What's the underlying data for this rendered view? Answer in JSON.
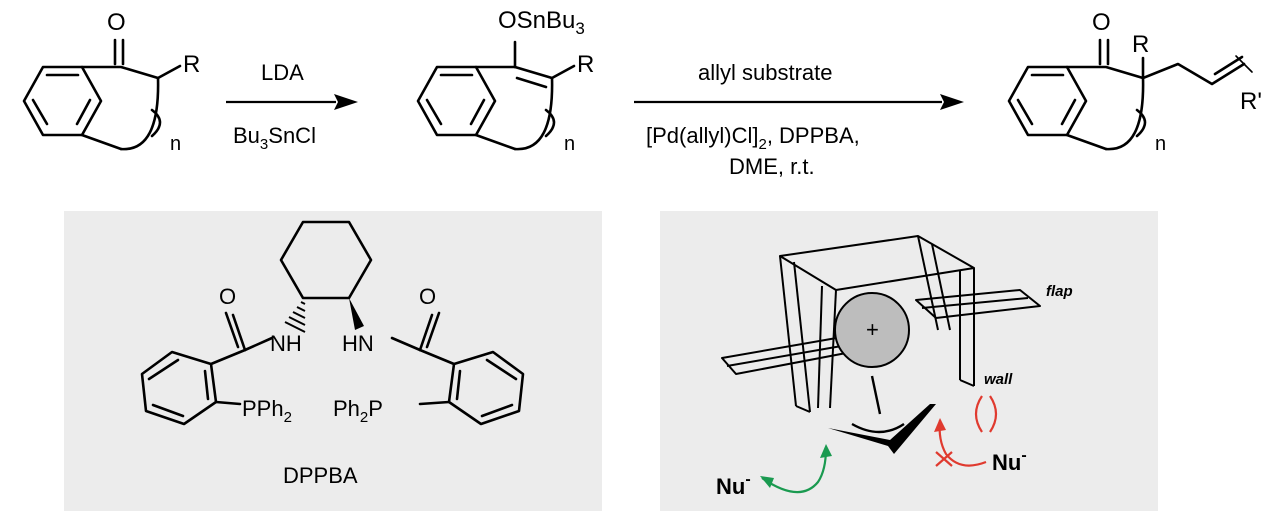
{
  "scheme": {
    "sm": {
      "carbonyl_o": "O",
      "substituent": "R",
      "ring_index": "n"
    },
    "step1": {
      "reagent_top": "LDA",
      "reagent_bottom_main": "Bu",
      "reagent_bottom_sub": "3",
      "reagent_bottom_tail": "SnCl"
    },
    "intermediate": {
      "enol_group": "OSnBu",
      "enol_group_sub": "3",
      "substituent": "R",
      "ring_index": "n"
    },
    "step2": {
      "reagent_top": "allyl substrate",
      "catalyst_main": "[Pd(allyl)Cl]",
      "catalyst_sub": "2",
      "catalyst_tail": ", DPPBA,",
      "conditions": "DME, r.t."
    },
    "product": {
      "carbonyl_o": "O",
      "substituent": "R",
      "alkene_substituent": "R'",
      "ring_index": "n"
    }
  },
  "ligand_panel": {
    "name": "DPPBA",
    "carbonyl_o_left": "O",
    "carbonyl_o_right": "O",
    "amide_nh_left": "NH",
    "amide_nh_right": "HN",
    "phosphine_left_main": "PPh",
    "phosphine_left_sub": "2",
    "phosphine_right_pre": "Ph",
    "phosphine_right_sub": "2",
    "phosphine_right_tail": "P"
  },
  "model_panel": {
    "cation_charge": "+",
    "flap_label": "flap",
    "wall_label": "wall",
    "nucleophile_left": "Nu",
    "nucleophile_right": "Nu",
    "nucleophile_charge": "-",
    "colors": {
      "favored_arrow": "#1a9a50",
      "disfavored_arrow": "#e03a2f",
      "panel_bg": "#ececec",
      "cation_fill": "#bdbdbd"
    }
  }
}
